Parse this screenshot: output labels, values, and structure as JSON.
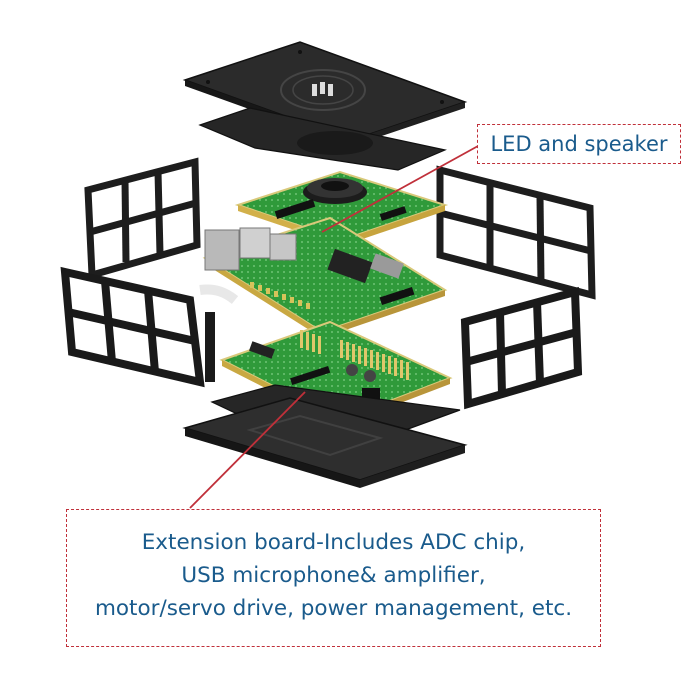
{
  "callouts": {
    "led": "LED and speaker",
    "extension": {
      "line1": "Extension board-Includes ADC chip,",
      "line2": "USB microphone& amplifier,",
      "line3": "motor/servo drive, power management, etc."
    }
  },
  "colors": {
    "panel_dark": "#2b2b2b",
    "panel_edge": "#111111",
    "pcb_green": "#2f9a3a",
    "pcb_edge": "#d9c97a",
    "callout_border": "#c0303a",
    "callout_text": "#1a5b8c"
  }
}
